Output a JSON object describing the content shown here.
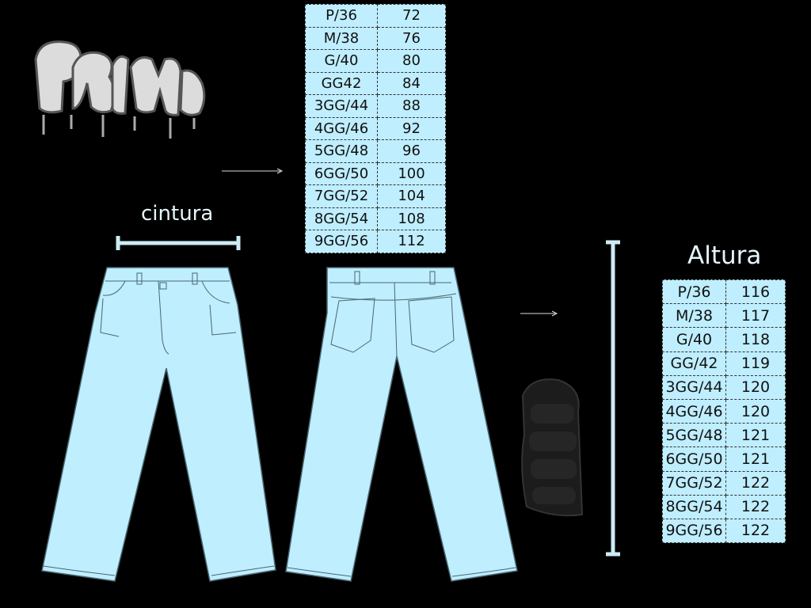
{
  "logo": {
    "text": "PRIMOS"
  },
  "labels": {
    "waist": "cintura",
    "height": "Altura"
  },
  "colors": {
    "background": "#000000",
    "garment": "#bfeeff",
    "stroke": "#4a6670",
    "accent": "#cdebf5"
  },
  "waist_table": [
    {
      "size": "P/36",
      "value": "72"
    },
    {
      "size": "M/38",
      "value": "76"
    },
    {
      "size": "G/40",
      "value": "80"
    },
    {
      "size": "GG42",
      "value": "84"
    },
    {
      "size": "3GG/44",
      "value": "88"
    },
    {
      "size": "4GG/46",
      "value": "92"
    },
    {
      "size": "5GG/48",
      "value": "96"
    },
    {
      "size": "6GG/50",
      "value": "100"
    },
    {
      "size": "7GG/52",
      "value": "104"
    },
    {
      "size": "8GG/54",
      "value": "108"
    },
    {
      "size": "9GG/56",
      "value": "112"
    }
  ],
  "height_table": [
    {
      "size": "P/36",
      "value": "116"
    },
    {
      "size": "M/38",
      "value": "117"
    },
    {
      "size": "G/40",
      "value": "118"
    },
    {
      "size": "GG/42",
      "value": "119"
    },
    {
      "size": "3GG/44",
      "value": "120"
    },
    {
      "size": "4GG/46",
      "value": "120"
    },
    {
      "size": "5GG/48",
      "value": "121"
    },
    {
      "size": "6GG/50",
      "value": "121"
    },
    {
      "size": "7GG/52",
      "value": "122"
    },
    {
      "size": "8GG/54",
      "value": "122"
    },
    {
      "size": "9GG/56",
      "value": "122"
    }
  ]
}
